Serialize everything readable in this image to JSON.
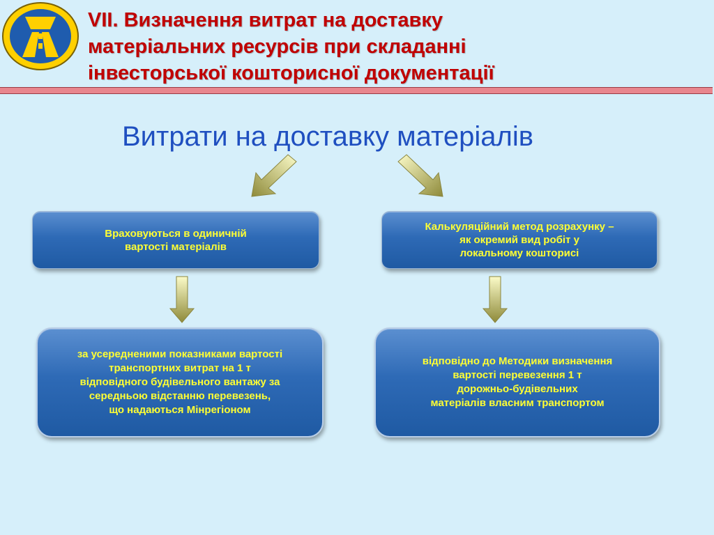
{
  "header": {
    "title_line1": "VII.  Визначення  витрат  на  доставку",
    "title_line2": "матеріальних  ресурсів  при  складанні",
    "title_line3": "інвесторської кошторисної документації"
  },
  "subtitle": "Витрати на доставку матеріалів",
  "boxes": {
    "left_top": "Враховуються в одиничній\nвартості матеріалів",
    "right_top": "Калькуляційний метод розрахунку –\nяк окремий вид робіт у\nлокальному кошторисі",
    "left_bottom": "за усередненими показниками вартості\nтранспортних витрат на 1 т\nвідповідного будівельного вантажу за\nсередньою відстанню перевезень,\nщо надаються Мінрегіоном",
    "right_bottom": "відповідно до Методики визначення\nвартості перевезення 1 т\nдорожньо-будівельних\nматеріалів власним транспортом"
  },
  "colors": {
    "background": "#d6effa",
    "title": "#c00000",
    "subtitle": "#1f4fc0",
    "box_text": "#ffff33",
    "box_fill": "#2e6ab6",
    "arrow": "#c8c46a"
  }
}
